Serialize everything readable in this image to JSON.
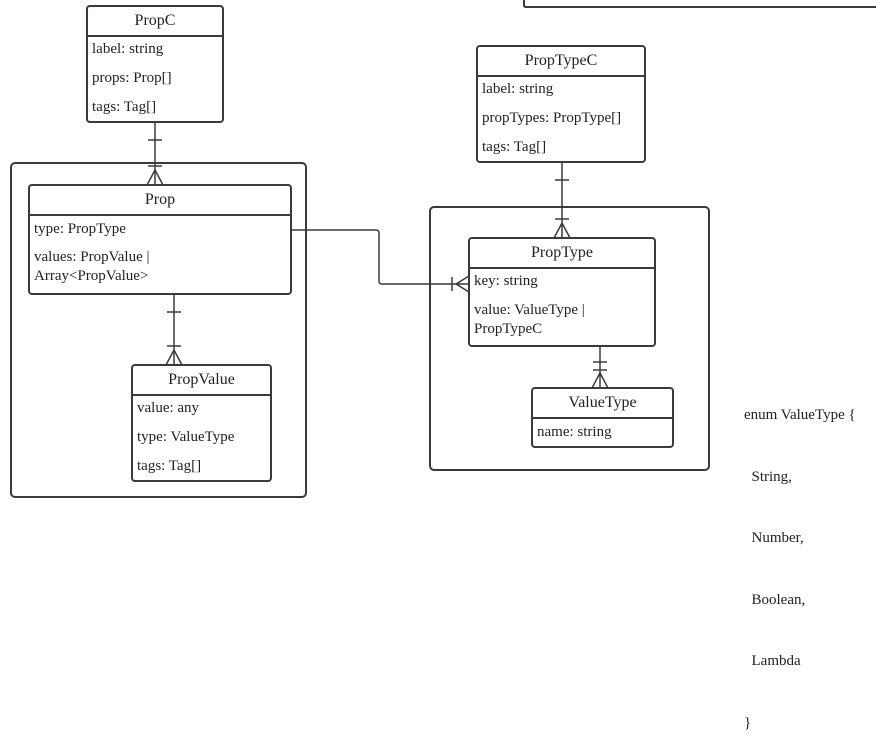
{
  "entities": {
    "propc": {
      "title": "PropC",
      "attrs": [
        "label: string",
        "props: Prop[]",
        "tags: Tag[]"
      ]
    },
    "prop": {
      "title": "Prop",
      "attrs": [
        "type: PropType",
        "values: PropValue |",
        "Array<PropValue>"
      ]
    },
    "propvalue": {
      "title": "PropValue",
      "attrs": [
        "value: any",
        "type: ValueType",
        "tags: Tag[]"
      ]
    },
    "proptypec": {
      "title": "PropTypeC",
      "attrs": [
        "label: string",
        "propTypes: PropType[]",
        "tags: Tag[]"
      ]
    },
    "proptype": {
      "title": "PropType",
      "attrs": [
        "key: string",
        "value: ValueType |",
        "PropTypeC"
      ]
    },
    "valuetype": {
      "title": "ValueType",
      "attrs": [
        "name: string"
      ]
    }
  },
  "enum_lines": [
    "enum ValueType {",
    "  String,",
    "  Number,",
    "  Boolean,",
    "  Lambda",
    "}"
  ],
  "colors": {
    "stroke": "#3a3a3a",
    "text": "#222222",
    "background": "#ffffff"
  }
}
